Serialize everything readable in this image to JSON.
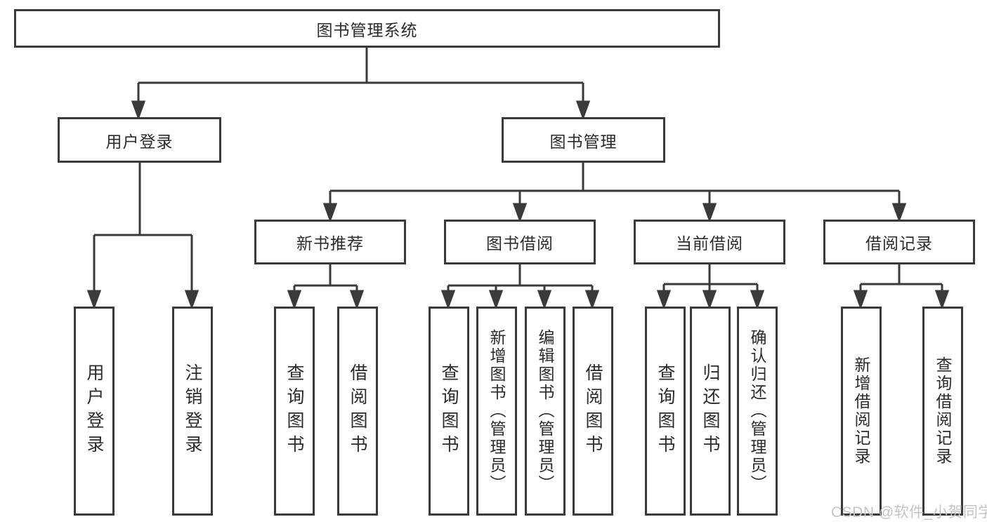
{
  "diagram": {
    "root": {
      "label": "图书管理系统"
    },
    "level2": [
      {
        "label": "用户登录"
      },
      {
        "label": "图书管理"
      }
    ],
    "level3": [
      {
        "label": "新书推荐"
      },
      {
        "label": "图书借阅"
      },
      {
        "label": "当前借阅"
      },
      {
        "label": "借阅记录"
      }
    ],
    "leaves": {
      "login": [
        "用户登录",
        "注销登录"
      ],
      "new_books": [
        "查询图书",
        "借阅图书"
      ],
      "book_borrow": [
        "查询图书",
        "新增图书（管理员）",
        "编辑图书（管理员）",
        "借阅图书"
      ],
      "current_borrow": [
        "查询图书",
        "归还图书",
        "确认归还（管理员）"
      ],
      "borrow_records": [
        "新增借阅记录",
        "查询借阅记录"
      ]
    }
  },
  "colors": {
    "line": "#3a3a3a",
    "box_border": "#3a3a3a",
    "text": "#2b2b2b",
    "watermark": "#c4c4c4",
    "background": "#ffffff"
  },
  "watermark": "CSDN @软件_小贺同学"
}
